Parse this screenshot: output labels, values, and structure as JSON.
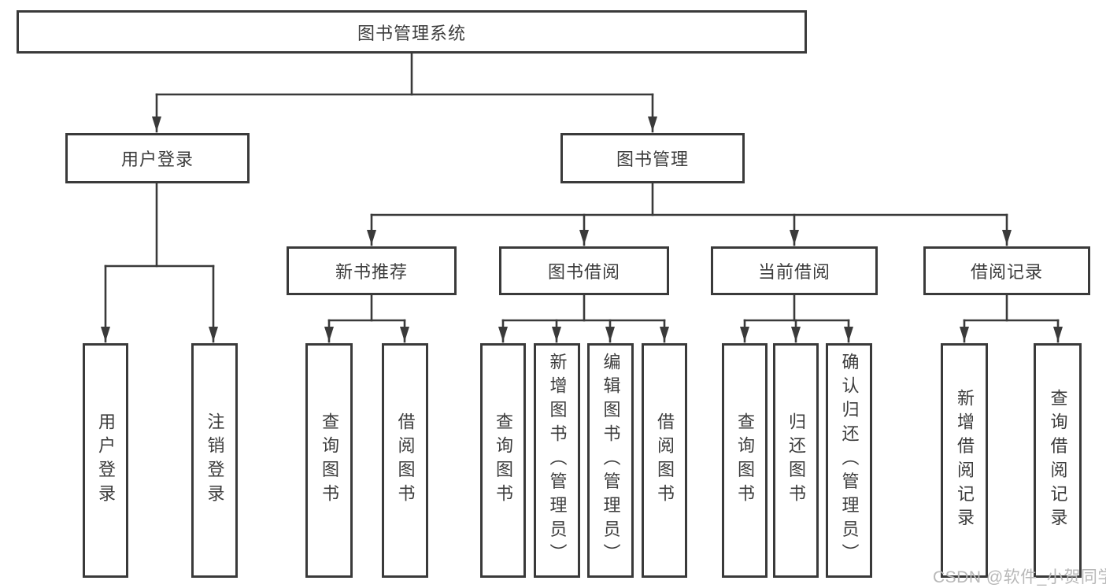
{
  "diagram": {
    "title": "图书管理系统",
    "level2": {
      "user_login": "用户登录",
      "book_management": "图书管理"
    },
    "level3": {
      "new_book_recommend": "新书推荐",
      "book_borrowing": "图书借阅",
      "current_borrowing": "当前借阅",
      "borrowing_records": "借阅记录"
    },
    "leaves": {
      "user_login": [
        "用户登录",
        "注销登录"
      ],
      "new_book_recommend": [
        "查询图书",
        "借阅图书"
      ],
      "book_borrowing": [
        "查询图书",
        "新增图书（管理员）",
        "编辑图书（管理员）",
        "借阅图书"
      ],
      "current_borrowing": [
        "查询图书",
        "归还图书",
        "确认归还（管理员）"
      ],
      "borrowing_records": [
        "新增借阅记录",
        "查询借阅记录"
      ]
    },
    "colors": {
      "line": "#3a3a3a",
      "text": "#3c3c3c",
      "box_background": "#ffffff",
      "watermark": "#b8b8b8"
    },
    "watermark": "CSDN @软件_小贺同学"
  }
}
